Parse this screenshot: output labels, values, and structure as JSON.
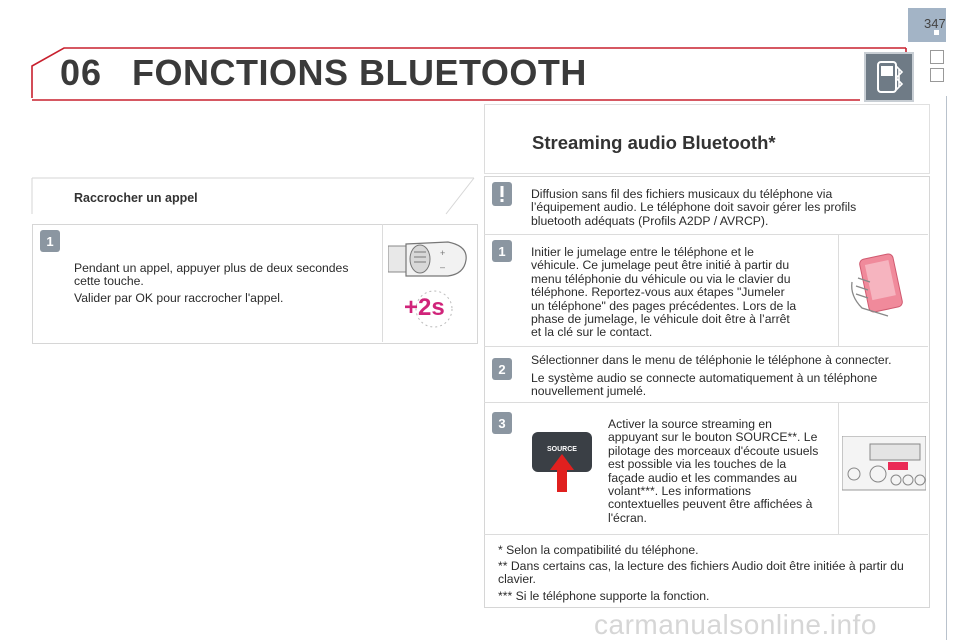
{
  "page": {
    "number": "347",
    "chapter_number": "06",
    "chapter_title": "FONCTIONS BLUETOOTH"
  },
  "icons": {
    "header": "bluetooth-phone-icon",
    "warning": "exclamation-icon",
    "phone": "smartphone-hand-icon",
    "steering": "steering-stalk-icon",
    "timer": "plus-2s-icon",
    "source": "source-button-icon",
    "radio": "radio-panel-icon"
  },
  "left": {
    "heading": "Raccrocher un appel",
    "step1": {
      "badge": "1",
      "line1": "Pendant un appel, appuyer plus de deux secondes cette touche.",
      "line2": "Valider par OK pour raccrocher l'appel.",
      "hold_label": "+2s"
    }
  },
  "right": {
    "title": "Streaming audio Bluetooth*",
    "warning": "Diffusion sans fil des fichiers musicaux du téléphone via l’équipement audio. Le téléphone doit savoir gérer les profils bluetooth adéquats (Profils A2DP / AVRCP).",
    "step1": {
      "badge": "1",
      "text": "Initier le jumelage entre le téléphone et le véhicule. Ce jumelage peut être initié à partir du menu téléphonie du véhicule ou via le clavier du téléphone. Reportez-vous aux étapes \"Jumeler un téléphone\" des pages précédentes. Lors de la phase de jumelage, le véhicule doit être à l’arrêt et la clé sur le contact."
    },
    "step2": {
      "badge": "2",
      "line1": "Sélectionner dans le menu de téléphonie le téléphone à connecter.",
      "line2": "Le système audio se connecte automatiquement à un téléphone nouvellement jumelé."
    },
    "step3": {
      "badge": "3",
      "text": "Activer la source streaming en appuyant sur le bouton SOURCE**. Le pilotage des morceaux d'écoute usuels est possible via les touches de la façade audio et les commandes au volant***. Les informations contextuelles peuvent être affichées à l'écran.",
      "source_label": "SOURCE"
    },
    "notes": [
      "* Selon la compatibilité du téléphone.",
      "** Dans certains cas, la lecture des fichiers Audio doit être initiée à partir du clavier.",
      "*** Si le téléphone supporte la fonction."
    ]
  },
  "watermark": "carmanualsonline.info",
  "colors": {
    "accent_red": "#c8202e",
    "badge_grey": "#8b96a1",
    "tab_blue": "#a3b4c6"
  }
}
